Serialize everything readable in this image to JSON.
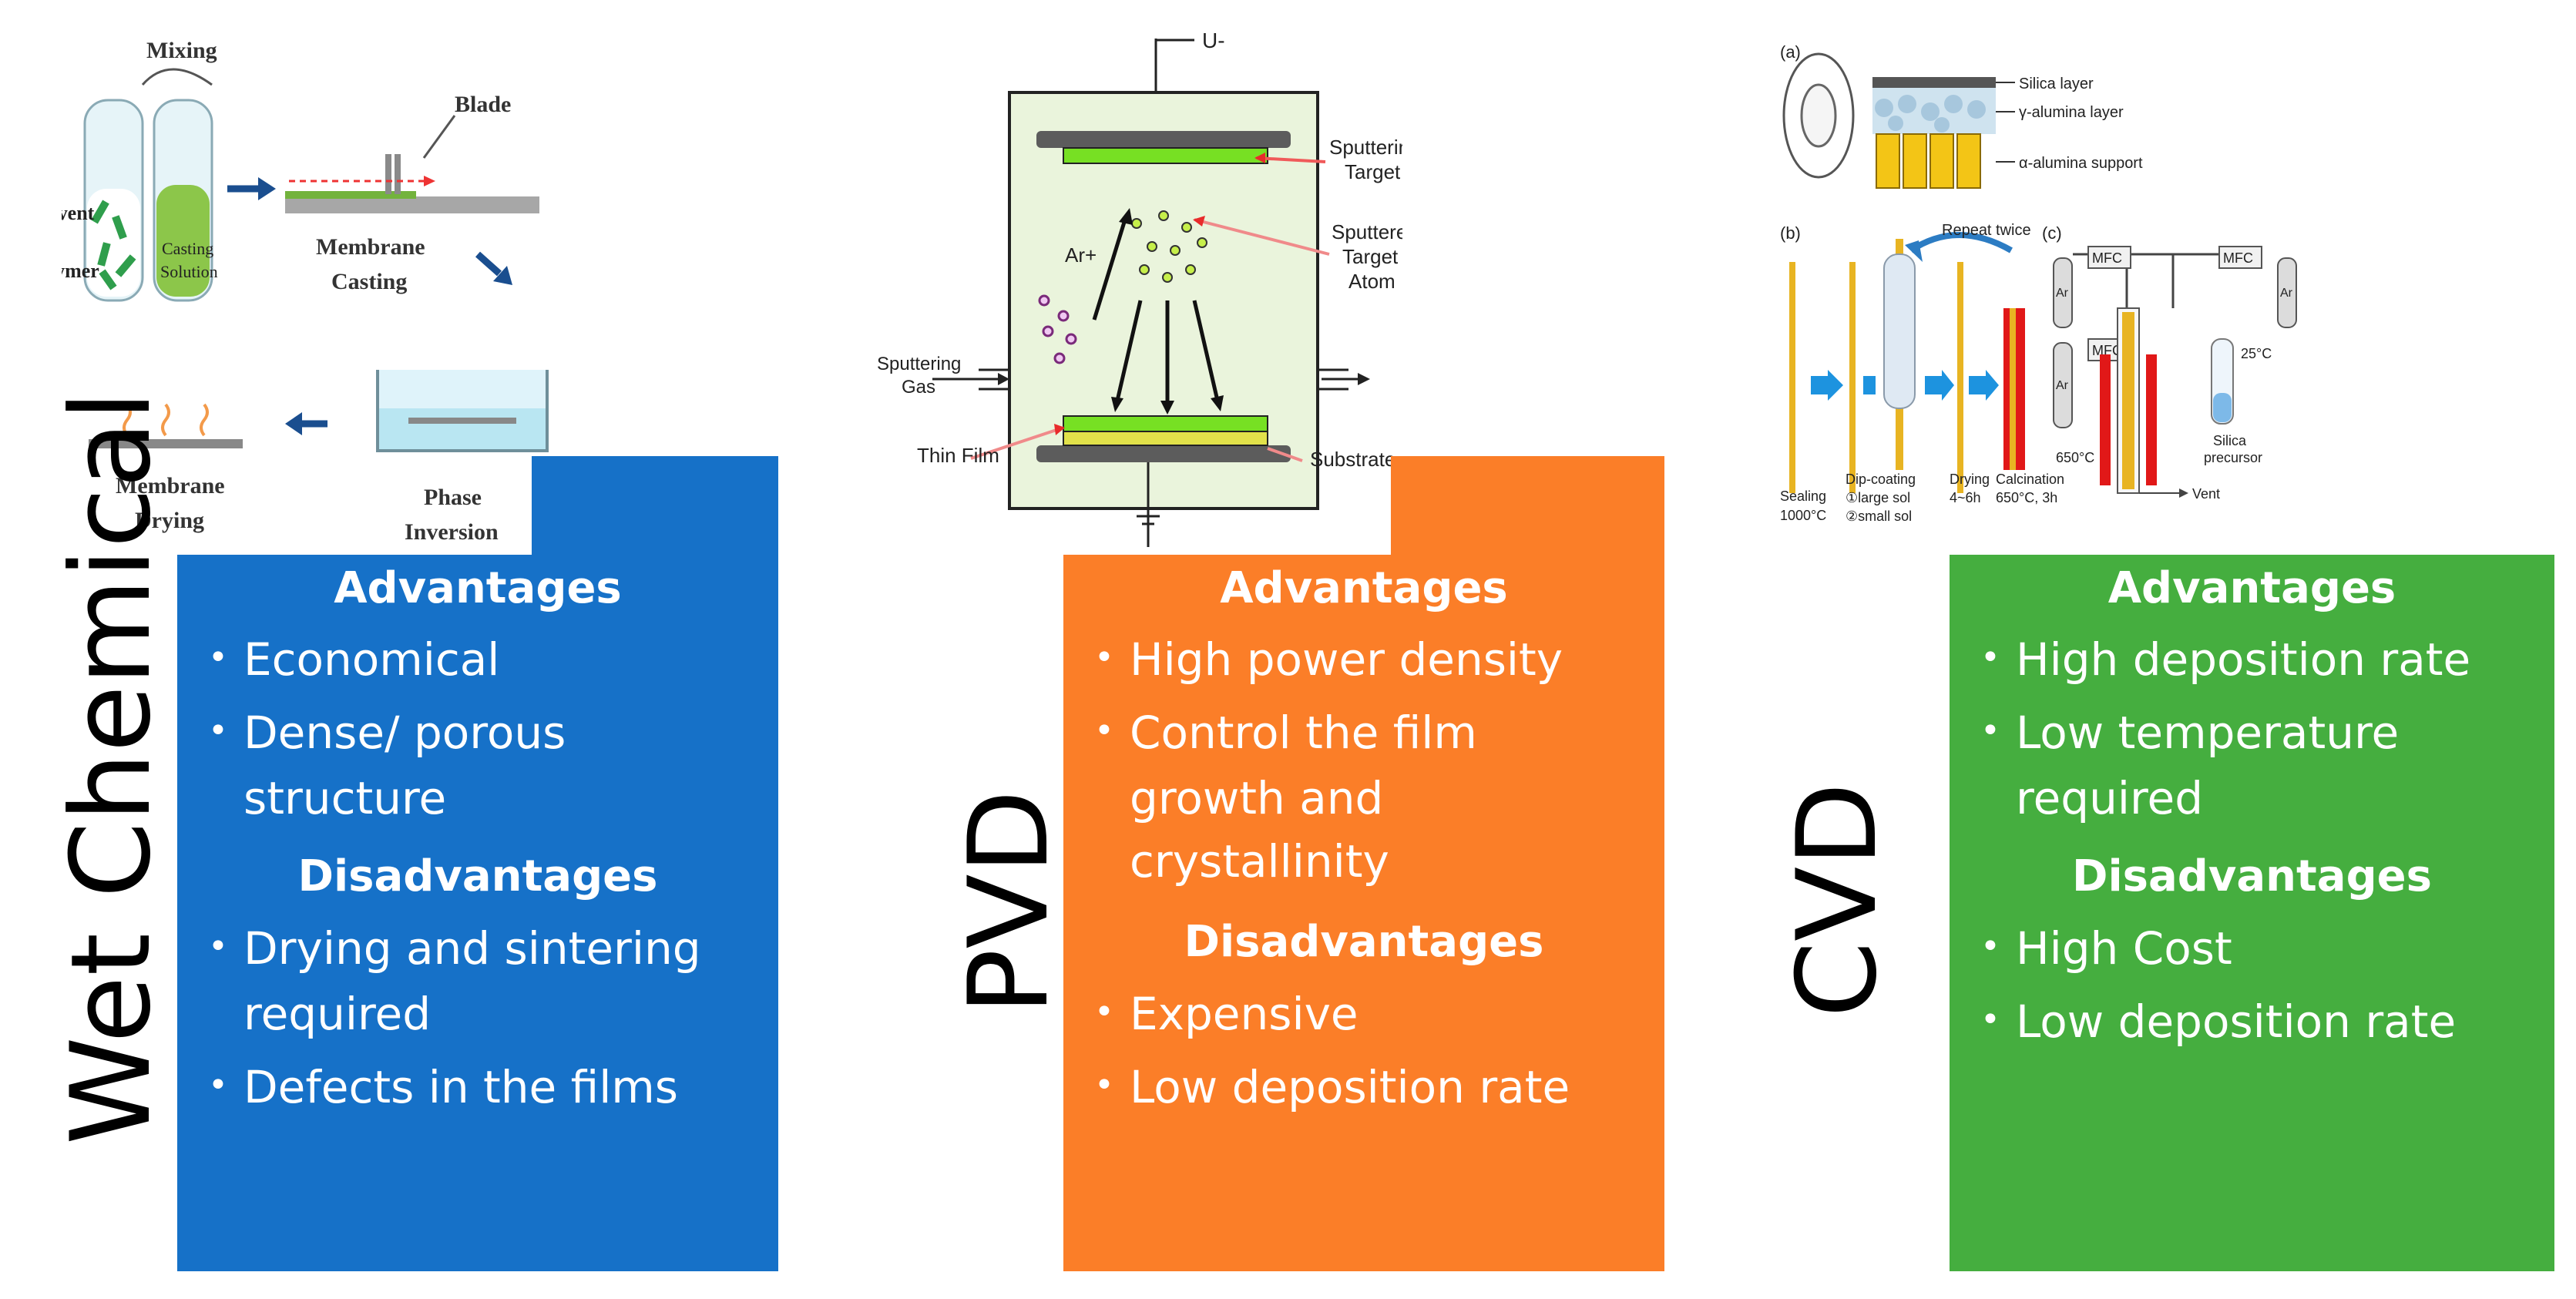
{
  "columns": [
    {
      "label": "Wet Chemical",
      "color": "#1671c8",
      "advantages_heading": "Advantages",
      "advantages": [
        "Economical",
        "Dense/ porous",
        "structure"
      ],
      "disadvantages_heading": "Disadvantages",
      "disadvantages": [
        "Drying and sintering",
        "required",
        "Defects in the films"
      ]
    },
    {
      "label": "PVD",
      "color": "#fb7e28",
      "advantages_heading": "Advantages",
      "advantages": [
        "High power density",
        "Control the film",
        "growth and",
        "crystallinity"
      ],
      "disadvantages_heading": "Disadvantages",
      "disadvantages": [
        "Expensive",
        "Low deposition rate"
      ]
    },
    {
      "label": "CVD",
      "color": "#45ae3f",
      "advantages_heading": "Advantages",
      "advantages": [
        "High deposition rate",
        "Low temperature",
        "required"
      ],
      "disadvantages_heading": "Disadvantages",
      "disadvantages": [
        "High Cost",
        "Low deposition rate"
      ]
    }
  ],
  "wet_figure": {
    "mixing": "Mixing",
    "blade": "Blade",
    "solvent": "Solvent",
    "polymer": "Polymer",
    "casting": "Casting",
    "solution": "Solution",
    "membrane_casting_1": "Membrane",
    "membrane_casting_2": "Casting",
    "membrane_drying_1": "Membrane",
    "membrane_drying_2": "Drying",
    "phase_1": "Phase",
    "phase_2": "Inversion"
  },
  "pvd_figure": {
    "voltage": "U-",
    "sputtering_target_1": "Sputtering",
    "sputtering_target_2": "Target",
    "sputtered_1": "Sputtered",
    "sputtered_2": "Target",
    "sputtered_3": "Atom",
    "ion": "Ar+",
    "gas_1": "Sputtering",
    "gas_2": "Gas",
    "thin_film": "Thin Film",
    "substrate": "Substrate"
  },
  "cvd_figure": {
    "panel_a": "(a)",
    "panel_b": "(b)",
    "panel_c": "(c)",
    "silica_layer": "Silica layer",
    "gamma_layer": "γ-alumina layer",
    "alpha_support": "α-alumina support",
    "repeat": "Repeat twice",
    "sealing_1": "Sealing",
    "sealing_2": "1000°C",
    "dip_1": "Dip-coating",
    "dip_2": "①large sol",
    "dip_3": "②small sol",
    "drying_1": "Drying",
    "drying_2": "4~6h",
    "calc_1": "Calcination",
    "calc_2": "650°C, 3h",
    "mfc": "MFC",
    "ar": "Ar",
    "temp_25": "25°C",
    "temp_650": "650°C",
    "silica_1": "Silica",
    "silica_2": "precursor",
    "vent": "Vent"
  }
}
